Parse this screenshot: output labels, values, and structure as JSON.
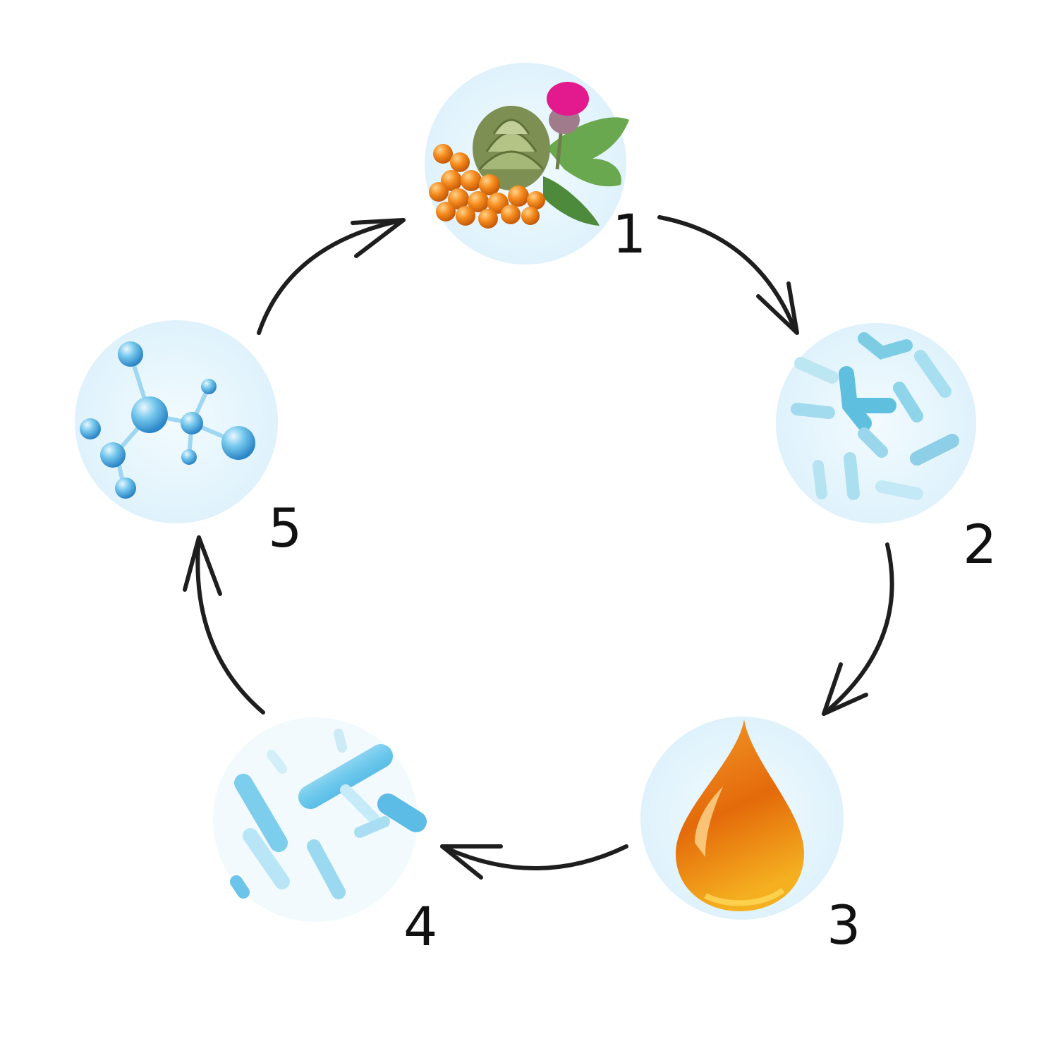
{
  "diagram": {
    "type": "cycle",
    "steps": [
      {
        "number": "1",
        "icon": "plant-ingredients-icon"
      },
      {
        "number": "2",
        "icon": "bacteria-icon"
      },
      {
        "number": "3",
        "icon": "oil-drop-icon"
      },
      {
        "number": "4",
        "icon": "rod-bacteria-icon"
      },
      {
        "number": "5",
        "icon": "molecule-icon"
      }
    ],
    "arrow_color": "#1e1e1e",
    "circle_color": "#e3f4fc"
  }
}
